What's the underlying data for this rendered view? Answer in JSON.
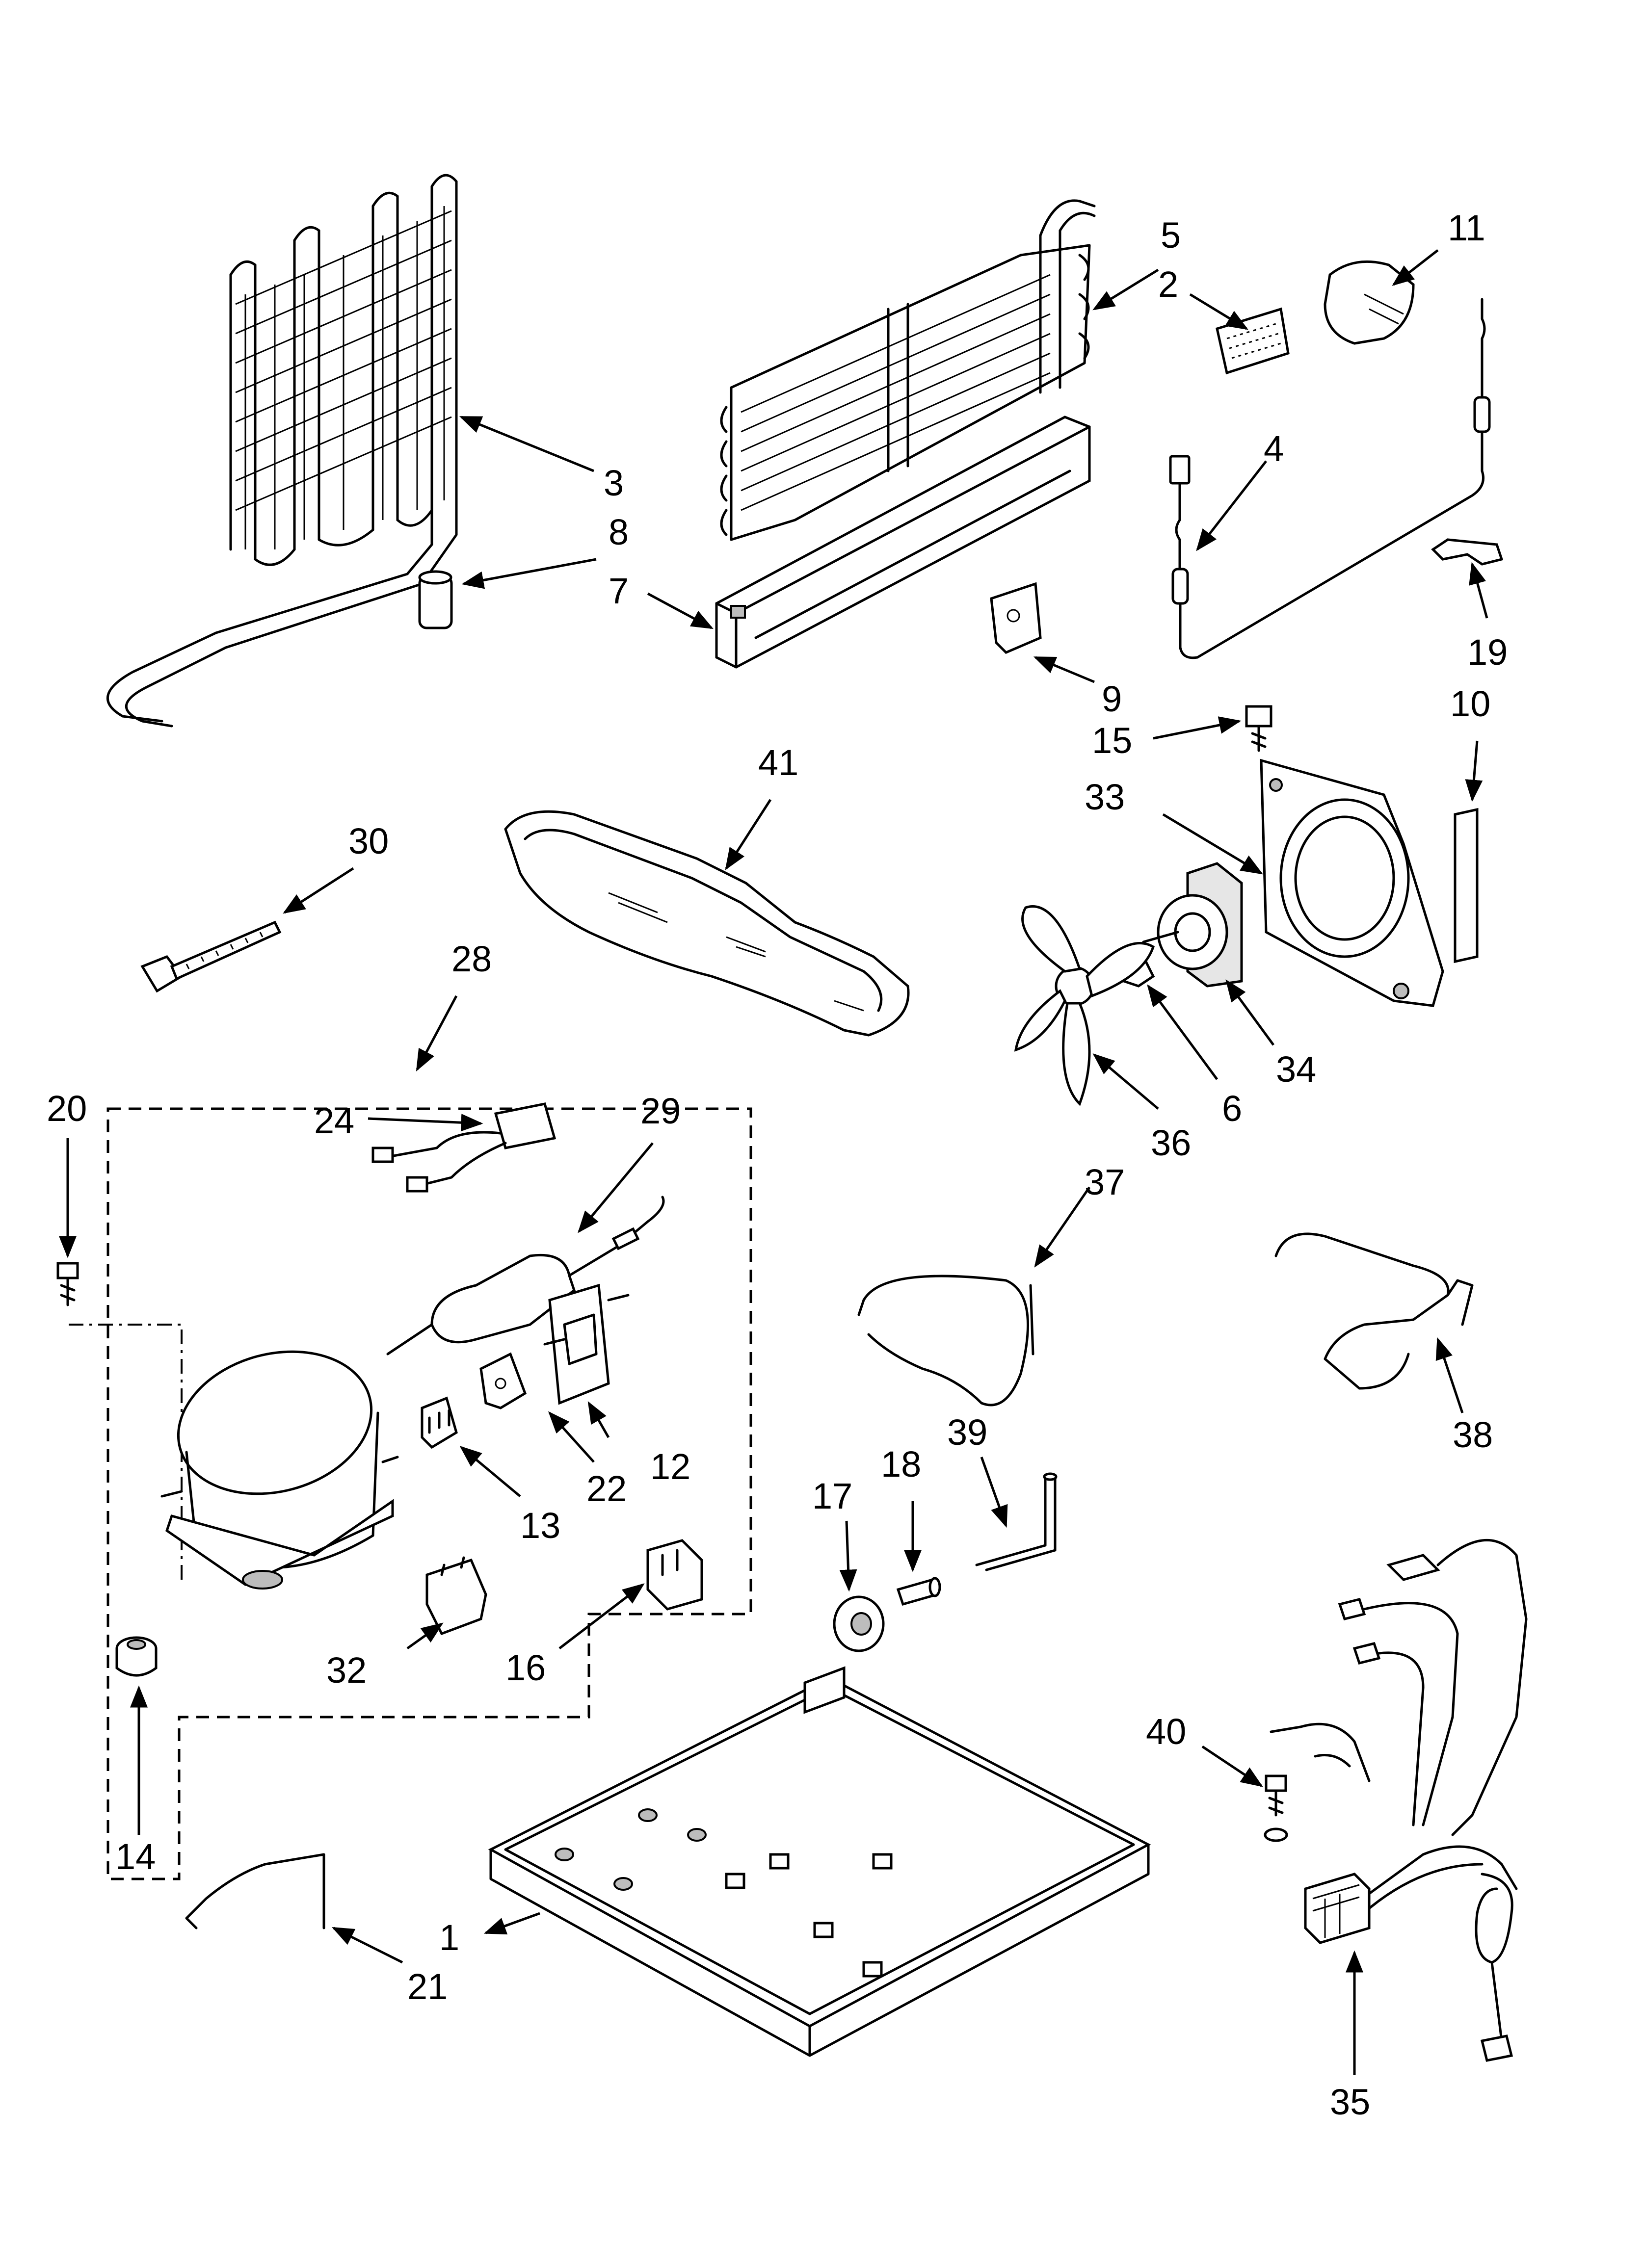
{
  "diagram": {
    "type": "exploded-parts",
    "callouts": [
      {
        "id": "c1",
        "label": "1"
      },
      {
        "id": "c2",
        "label": "2"
      },
      {
        "id": "c3",
        "label": "3"
      },
      {
        "id": "c4",
        "label": "4"
      },
      {
        "id": "c5",
        "label": "5"
      },
      {
        "id": "c6",
        "label": "6"
      },
      {
        "id": "c7",
        "label": "7"
      },
      {
        "id": "c8",
        "label": "8"
      },
      {
        "id": "c9",
        "label": "9"
      },
      {
        "id": "c10",
        "label": "10"
      },
      {
        "id": "c11",
        "label": "11"
      },
      {
        "id": "c12",
        "label": "12"
      },
      {
        "id": "c13",
        "label": "13"
      },
      {
        "id": "c14",
        "label": "14"
      },
      {
        "id": "c15",
        "label": "15"
      },
      {
        "id": "c16",
        "label": "16"
      },
      {
        "id": "c17",
        "label": "17"
      },
      {
        "id": "c18",
        "label": "18"
      },
      {
        "id": "c19",
        "label": "19"
      },
      {
        "id": "c20",
        "label": "20"
      },
      {
        "id": "c21",
        "label": "21"
      },
      {
        "id": "c22",
        "label": "22"
      },
      {
        "id": "c24",
        "label": "24"
      },
      {
        "id": "c28",
        "label": "28"
      },
      {
        "id": "c29",
        "label": "29"
      },
      {
        "id": "c30",
        "label": "30"
      },
      {
        "id": "c32",
        "label": "32"
      },
      {
        "id": "c33",
        "label": "33"
      },
      {
        "id": "c34",
        "label": "34"
      },
      {
        "id": "c35",
        "label": "35"
      },
      {
        "id": "c36",
        "label": "36"
      },
      {
        "id": "c37",
        "label": "37"
      },
      {
        "id": "c38",
        "label": "38"
      },
      {
        "id": "c39",
        "label": "39"
      },
      {
        "id": "c40",
        "label": "40"
      },
      {
        "id": "c41",
        "label": "41"
      }
    ]
  }
}
